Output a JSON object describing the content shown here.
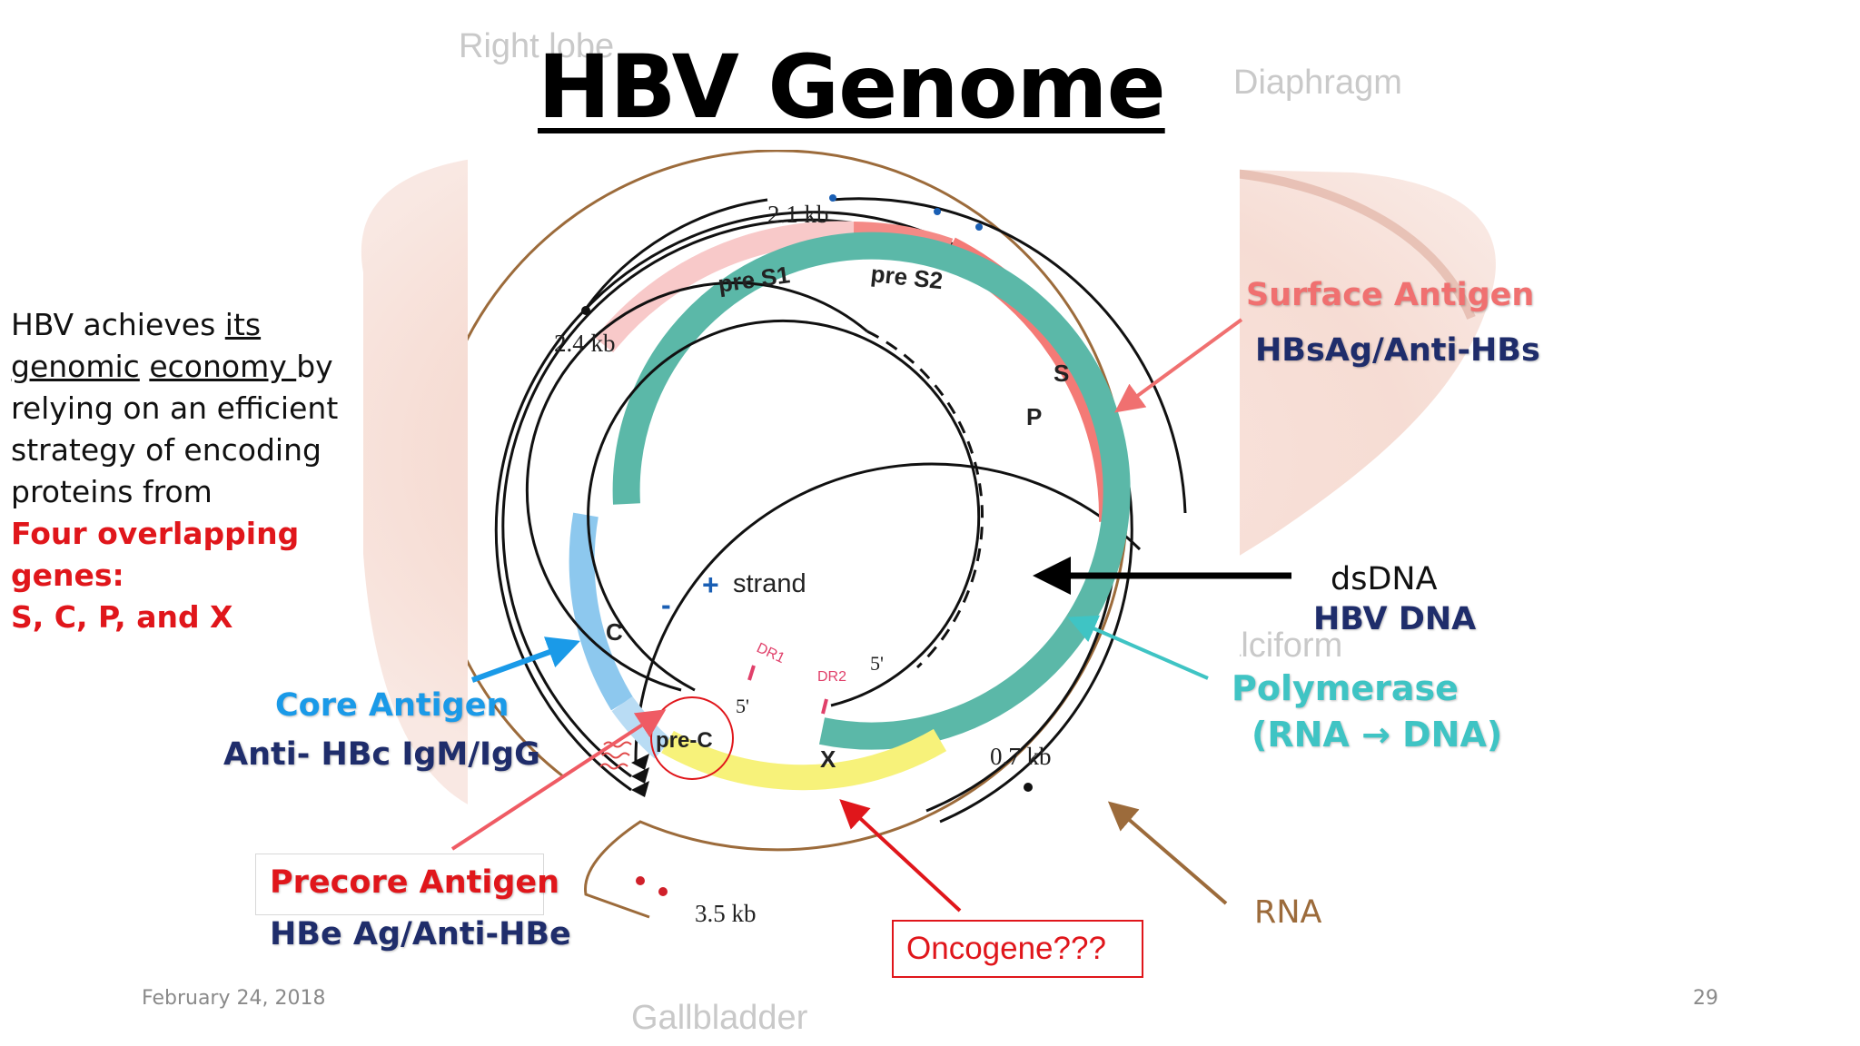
{
  "title": "HBV Genome",
  "background_labels": [
    "Right lobe",
    "Diaphragm",
    "Falciform",
    "Gallbladder"
  ],
  "intro": {
    "part1": "HBV achieves ",
    "underlined1": "its genomic",
    "underlined2": "economy ",
    "part2": "by relying on an efficient strategy of encoding proteins from",
    "red_line1": "Four overlapping genes:",
    "red_line2": "S, C, P, and X"
  },
  "diagram": {
    "kb_21": "2.1 kb",
    "kb_24": "2.4 kb",
    "kb_07": "0.7 kb",
    "kb_35": "3.5 kb",
    "pre_s1": "pre S1",
    "pre_s2": "pre S2",
    "gene_s": "S",
    "gene_p": "P",
    "gene_c": "C",
    "gene_x": "X",
    "pre_c": "pre-C",
    "plus": "+",
    "minus": "-",
    "strand": "strand",
    "dr1": "DR1",
    "dr2": "DR2",
    "five_prime_a": "5'",
    "five_prime_b": "5'"
  },
  "labels": {
    "surface_title": "Surface Antigen",
    "surface_sub": "HBsAg/Anti-HBs",
    "dsdna": "dsDNA",
    "hbv_dna": "HBV DNA",
    "polymerase": "Polymerase",
    "rna_dna": "(RNA → DNA)",
    "core_title": "Core Antigen",
    "core_sub": "Anti- HBc IgM/IgG",
    "precore_title": "Precore Antigen",
    "precore_sub": "HBe Ag/Anti-HBe",
    "oncogene": "Oncogene???",
    "rna": "RNA"
  },
  "footer": {
    "date": "February 24, 2018",
    "page": "29"
  },
  "colors": {
    "surface": "#f07070",
    "polymerase": "#3fc4c4",
    "core": "#1a9ae8",
    "precore": "#e0161b",
    "navy": "#1f2d6b",
    "rna": "#9c6b3b",
    "gene_s": "#f47a76",
    "gene_p": "#5bb8a8",
    "gene_c": "#8dc8ee",
    "gene_x": "#f7f27a",
    "pre_s1": "#f8c9c9"
  }
}
